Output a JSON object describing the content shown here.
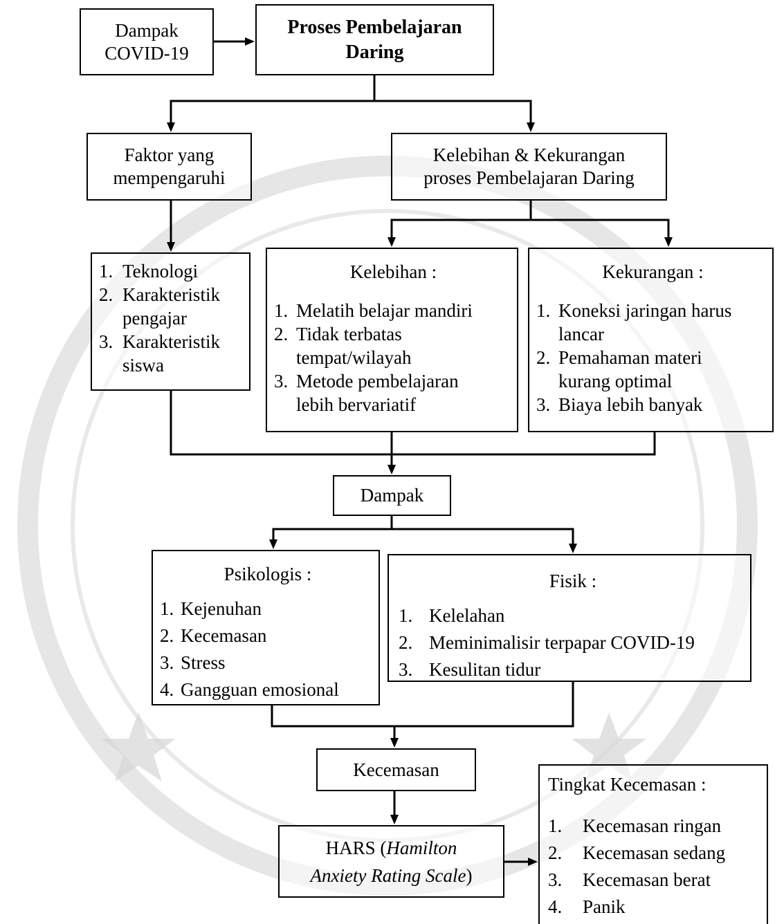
{
  "colors": {
    "line": "#000000",
    "watermark": "#c8c8c8"
  },
  "nodes": {
    "dampak_covid": {
      "lines": [
        "Dampak",
        "COVID-19"
      ]
    },
    "proses": {
      "lines": [
        "Proses Pembelajaran",
        "Daring"
      ]
    },
    "faktor": {
      "lines": [
        "Faktor yang",
        "mempengaruhi"
      ]
    },
    "kelebihan_kekurangan": {
      "lines": [
        "Kelebihan & Kekurangan",
        "proses Pembelajaran Daring"
      ]
    },
    "faktor_list": {
      "items": [
        {
          "num": "1.",
          "lines": [
            "Teknologi"
          ]
        },
        {
          "num": "2.",
          "lines": [
            "Karakteristik",
            "pengajar"
          ]
        },
        {
          "num": "3.",
          "lines": [
            "Karakteristik",
            "siswa"
          ]
        }
      ]
    },
    "kelebihan": {
      "title": "Kelebihan :",
      "items": [
        {
          "num": "1.",
          "lines": [
            "Melatih belajar mandiri"
          ]
        },
        {
          "num": "2.",
          "lines": [
            "Tidak terbatas",
            "tempat/wilayah"
          ]
        },
        {
          "num": "3.",
          "lines": [
            "Metode pembelajaran",
            "lebih bervariatif"
          ]
        }
      ]
    },
    "kekurangan": {
      "title": "Kekurangan :",
      "items": [
        {
          "num": "1.",
          "lines": [
            "Koneksi jaringan harus",
            "lancar"
          ]
        },
        {
          "num": "2.",
          "lines": [
            "Pemahaman materi",
            "kurang optimal"
          ]
        },
        {
          "num": "3.",
          "lines": [
            "Biaya lebih banyak"
          ]
        }
      ]
    },
    "dampak": {
      "label": "Dampak"
    },
    "psikologis": {
      "title": "Psikologis :",
      "items": [
        {
          "num": "1.",
          "text": "Kejenuhan"
        },
        {
          "num": "2.",
          "text": "Kecemasan"
        },
        {
          "num": "3.",
          "text": "Stress"
        },
        {
          "num": "4.",
          "text": "Gangguan emosional"
        }
      ]
    },
    "fisik": {
      "title": "Fisik :",
      "items": [
        {
          "num": "1.",
          "text": "Kelelahan"
        },
        {
          "num": "2.",
          "text": "Meminimalisir terpapar COVID-19"
        },
        {
          "num": "3.",
          "text": "Kesulitan tidur"
        }
      ]
    },
    "kecemasan": {
      "label": "Kecemasan"
    },
    "hars": {
      "line1_prefix": "HARS (",
      "line1_italic": "Hamilton",
      "line2_italic": "Anxiety Rating Scale",
      "line2_suffix": ")"
    },
    "tingkat": {
      "title": "Tingkat Kecemasan :",
      "items": [
        {
          "num": "1.",
          "text": "Kecemasan ringan"
        },
        {
          "num": "2.",
          "text": "Kecemasan sedang"
        },
        {
          "num": "3.",
          "text": "Kecemasan berat"
        },
        {
          "num": "4.",
          "text": "Panik"
        }
      ]
    }
  }
}
